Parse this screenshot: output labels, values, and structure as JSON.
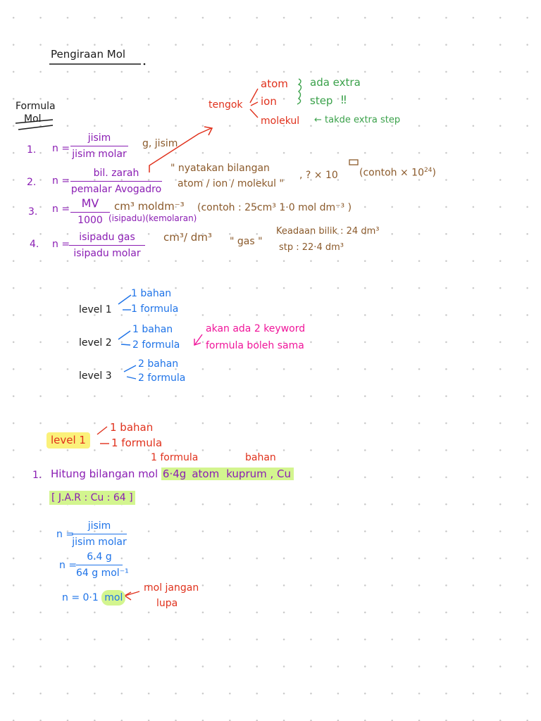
{
  "title": "Pengiraan Mol",
  "formula_heading": "Formula",
  "formula_sub": "Mol",
  "tengok": "tengok",
  "particles": {
    "atom": "atom",
    "ion": "ion",
    "molekul": "molekul"
  },
  "ada_extra": "ada extra",
  "step": "step",
  "takde_extra": "← takde extra step",
  "formulas": [
    {
      "num": "1.",
      "n": "n =",
      "top": "jisim",
      "bottom": "jisim molar",
      "note": "g, jisim"
    },
    {
      "num": "2.",
      "n": "n =",
      "top": "bil. zarah",
      "bottom": "pemalar Avogadro",
      "note1": "\" nyatakan bilangan",
      "note2": "atom / ion / molekul \"",
      "note3": ", ? × 10",
      "note4": "(contoh × 10",
      "note4_sup": "24",
      "note4_end": ")"
    },
    {
      "num": "3.",
      "n": "n =",
      "top": "MV",
      "bottom": "1000",
      "units": "cm³ moldm⁻³",
      "example": "(contoh : 25cm³ 1·0 mol dm⁻³ )",
      "sub_note": "(isipadu)(kemolaran)"
    },
    {
      "num": "4.",
      "n": "n =",
      "top": "isipadu gas",
      "bottom": "isipadu molar",
      "units": "cm³/ dm³",
      "gas": "\" gas \"",
      "keadaan": "Keadaan bilik : 24 dm³",
      "stp": "stp : 22·4 dm³"
    }
  ],
  "levels": [
    {
      "label": "level 1",
      "a": "1 bahan",
      "b": "1 formula"
    },
    {
      "label": "level 2",
      "a": "1 bahan",
      "b": "2 formula",
      "note1": "akan ada 2 keyword",
      "note2": "formula boleh sama"
    },
    {
      "label": "level 3",
      "a": "2 bahan",
      "b": "2 formula"
    }
  ],
  "example": {
    "level": "level 1",
    "a": "1 bahan",
    "b": "1 formula",
    "ann_formula": "1 formula",
    "ann_bahan": "bahan",
    "q_num": "1.",
    "q_pre": "Hitung bilangan mol",
    "q_mass": "6·4g",
    "q_atom": "atom",
    "q_sub": "kuprum , Cu",
    "jar": "[ J.A.R : Cu : 64 ]",
    "s1_n": "n =",
    "s1_top": "jisim",
    "s1_bot": "jisim molar",
    "s2_n": "n =",
    "s2_top": "6.4 g",
    "s2_bot": "64 g mol⁻¹",
    "ans_pre": "n = 0·1",
    "ans_unit": "mol",
    "reminder1": "mol jangan",
    "reminder2": "lupa"
  }
}
